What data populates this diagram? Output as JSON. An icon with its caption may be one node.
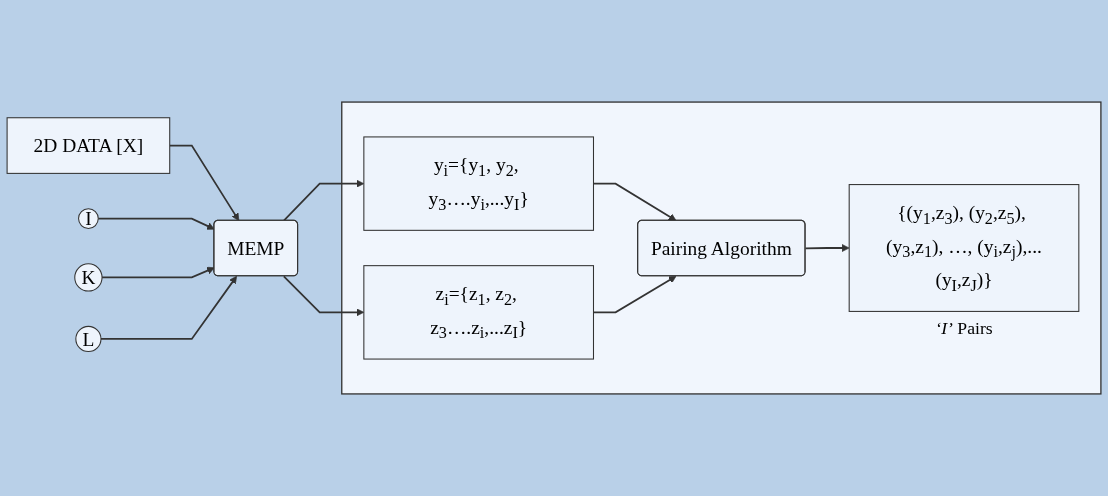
{
  "diagram": {
    "nodes": [
      {
        "text": [
          "2D DATA [X]"
        ]
      },
      {
        "text": [
          "I"
        ]
      },
      {
        "text": [
          "MEMP"
        ]
      },
      {
        "text": [
          "K"
        ]
      },
      {
        "text": [
          "L"
        ]
      },
      {
        "text": [],
        "shape": "box"
      },
      {
        "text": [
          "y$_{i}$={y$_{1}$, y$_{2}$, y$_{3}$….y$_{i}$,...y$_{I}$}"
        ],
        "in": 5
      },
      {
        "text": [
          "z$_{i}$={z$_{1}$, z$_{2}$, z$_{3}$….z$_{i}$,...z$_{I}$}"
        ],
        "in": 5
      },
      {
        "text": [
          "Pairing Algorithm"
        ],
        "in": 5
      },
      {
        "text": [
          "{(y$_{1}$,z$_{3}$), (y$_{2}$,z$_{5}$), (y$_{3}$,z$_{1}$), …, (y$_{i}$,z$_{j}$),...(y$_{I}$,z$_{J}$)}"
        ],
        "in": 5,
        "beside": [
          "*‘I’* Pairs"
        ]
      }
    ],
    "edges": [
      {
        "from": 0,
        "to": 2,
        "arrow": "to"
      },
      {
        "from": 1,
        "to": 2,
        "arrow": "to"
      },
      {
        "from": 3,
        "to": 2,
        "arrow": "to"
      },
      {
        "from": 4,
        "to": 2,
        "arrow": "to"
      },
      {
        "from": 2,
        "to": 6,
        "arrow": "to"
      },
      {
        "from": 2,
        "to": 7,
        "arrow": "to"
      },
      {
        "from": 6,
        "to": 8,
        "arrow": "to"
      },
      {
        "from": 7,
        "to": 8,
        "arrow": "to"
      },
      {
        "from": 8,
        "to": 9,
        "arrow": "to"
      }
    ]
  }
}
